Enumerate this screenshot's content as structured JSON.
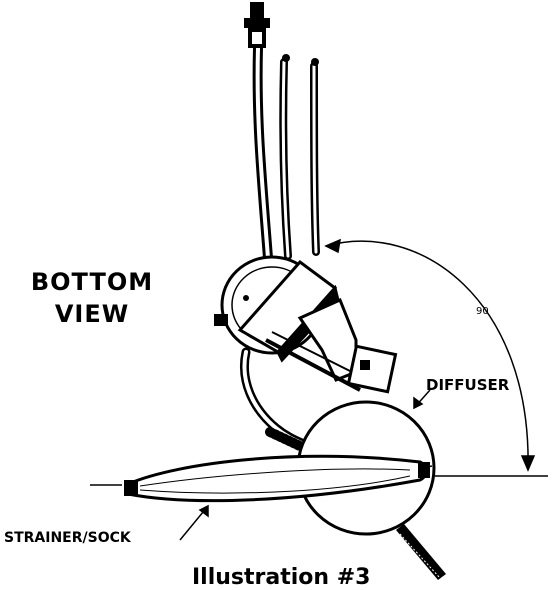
{
  "diagram": {
    "view_label_line1": "BOTTOM",
    "view_label_line2": "VIEW",
    "angle_label": "90",
    "diffuser_label": "DIFFUSER",
    "strainer_label": "STRAINER/SOCK",
    "caption": "Illustration #3"
  },
  "colors": {
    "ink": "#000000",
    "paper": "#ffffff"
  }
}
